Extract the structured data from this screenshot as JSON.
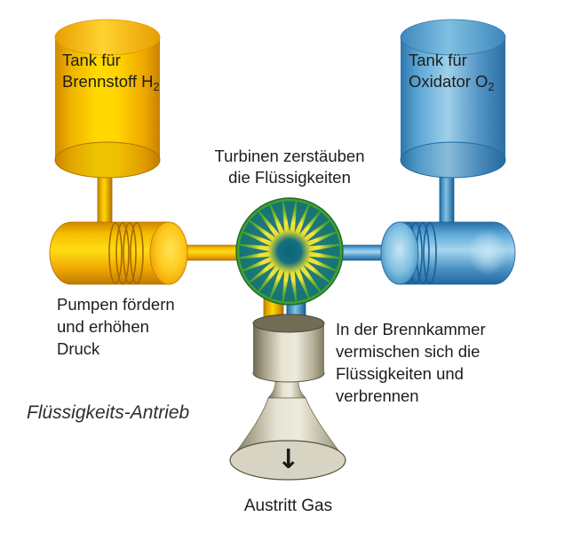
{
  "caption": "Flüssigkeits-Antrieb",
  "tanks": {
    "fuel": {
      "line1": "Tank für",
      "line2": "Brennstoff H",
      "subscript": "2"
    },
    "oxidizer": {
      "line1": "Tank für",
      "line2": "Oxidator O",
      "subscript": "2"
    }
  },
  "annotations": {
    "turbine": {
      "line1": "Turbinen zerstäuben",
      "line2": "die Flüssigkeiten"
    },
    "pumps": {
      "line1": "Pumpen fördern",
      "line2": "und erhöhen",
      "line3": "Druck"
    },
    "combustion": {
      "line1": "In der Brennkammer",
      "line2": "vermischen sich die",
      "line3": "Flüssigkeiten und",
      "line4": "verbrennen"
    },
    "exit": {
      "label": "Austritt Gas",
      "arrow_glyph": "↓",
      "arrow_icon": "down-arrow"
    }
  },
  "colors": {
    "fuel_yellow": "#FFD800",
    "fuel_dark": "#C98500",
    "oxidizer_blue": "#8CC6E4",
    "oxidizer_dark": "#2E77AE",
    "turbine_green": "#45A52E",
    "turbine_teal": "#14707E",
    "turbine_yellow": "#F2E636",
    "chamber_beige": "#E6E3D3",
    "chamber_dark": "#6F6A54",
    "text": "#1D1D1B",
    "background": "#FFFFFF"
  }
}
